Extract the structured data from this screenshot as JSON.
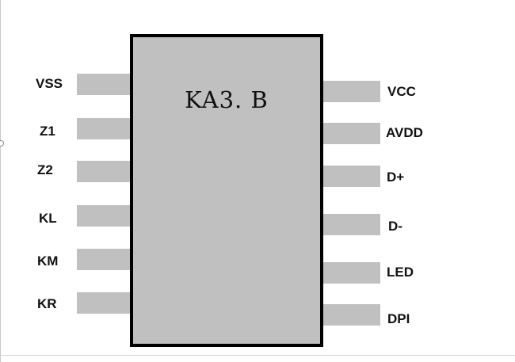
{
  "chip": {
    "name": "KA3. B",
    "body_color": "#c0c0c0",
    "border_color": "#000000"
  },
  "pins": {
    "left": [
      {
        "label": "VSS"
      },
      {
        "label": "Z1"
      },
      {
        "label": "Z2"
      },
      {
        "label": "KL"
      },
      {
        "label": "KM"
      },
      {
        "label": "KR"
      }
    ],
    "right": [
      {
        "label": "VCC"
      },
      {
        "label": "AVDD"
      },
      {
        "label": "D+"
      },
      {
        "label": "D-"
      },
      {
        "label": "LED"
      },
      {
        "label": "DPI"
      }
    ]
  }
}
